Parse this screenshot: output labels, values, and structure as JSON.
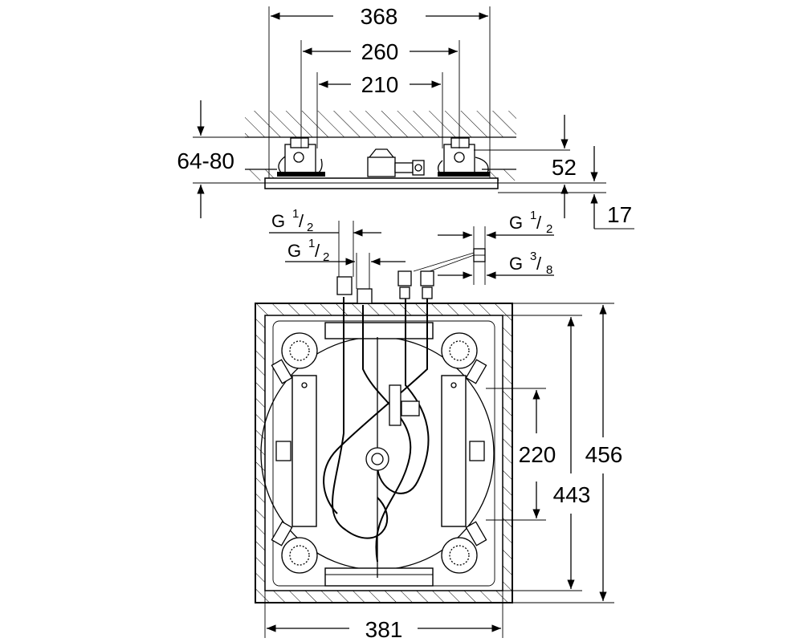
{
  "top_view": {
    "dim_width_outer": "368",
    "dim_width_mid": "260",
    "dim_width_inner": "210",
    "dim_ceiling_range": "64-80",
    "dim_right_height": "52",
    "dim_panel_thickness": "17"
  },
  "connections": {
    "left_upper_label": "G",
    "left_upper_frac_num": "1",
    "left_upper_frac_den": "2",
    "left_lower_label": "G",
    "left_lower_frac_num": "1",
    "left_lower_frac_den": "2",
    "right_upper_label": "G",
    "right_upper_frac_num": "1",
    "right_upper_frac_den": "2",
    "right_lower_label": "G",
    "right_lower_frac_num": "3",
    "right_lower_frac_den": "8"
  },
  "plan_view": {
    "dim_inner_height": "220",
    "dim_height_443": "443",
    "dim_height_456": "456",
    "dim_bottom_width": "381"
  }
}
